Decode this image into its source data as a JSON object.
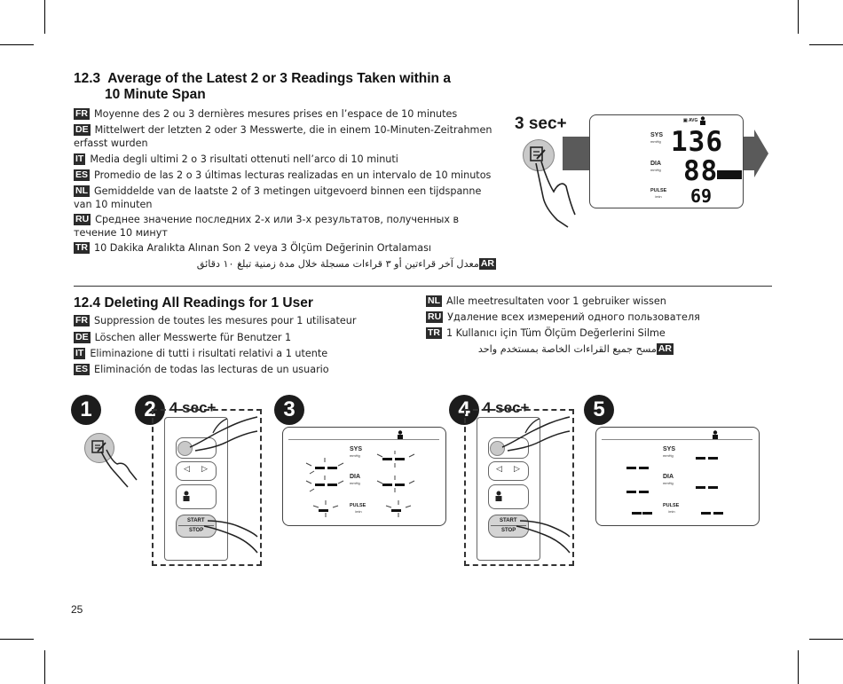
{
  "section_12_3": {
    "title_num": "12.3",
    "title_line1": "Average of the Latest 2 or 3 Readings Taken within a",
    "title_line2": "10 Minute Span",
    "items": [
      {
        "code": "FR",
        "text": "Moyenne des 2 ou 3 dernières mesures prises en l’espace de 10 minutes"
      },
      {
        "code": "DE",
        "text": "Mittelwert der letzten 2 oder 3 Messwerte, die in einem 10-Minuten-Zeitrahmen erfasst wurden"
      },
      {
        "code": "IT",
        "text": "Media degli ultimi 2 o 3 risultati ottenuti nell’arco di 10 minuti"
      },
      {
        "code": "ES",
        "text": "Promedio de las 2 o 3 últimas lecturas realizadas en un intervalo de 10 minutos"
      },
      {
        "code": "NL",
        "text": "Gemiddelde van de laatste 2 of 3 metingen uitgevoerd binnen een tijdspanne van 10 minuten"
      },
      {
        "code": "RU",
        "text": "Среднее значение последних 2-х или 3-х результатов, полученных в течение 10 минут"
      },
      {
        "code": "TR",
        "text": "10 Dakika Aralıkta Alınan Son 2 veya 3 Ölçüm Değerinin Ortalaması"
      },
      {
        "code": "AR",
        "text": "معدل آخر قراءتين أو ٣ قراءات مسجلة خلال مدة زمنية تبلغ ١٠ دقائق"
      }
    ],
    "hold_label": "3 sec+",
    "display": {
      "sys_label": "SYS",
      "sys_unit": "mmHg",
      "sys_value": "136",
      "dia_label": "DIA",
      "dia_unit": "mmHg",
      "dia_value": "88",
      "pulse_label": "PULSE",
      "pulse_unit": "/min",
      "pulse_value": "69",
      "avg_label": "AVG"
    }
  },
  "section_12_4": {
    "title": "12.4 Deleting All Readings for 1 User",
    "items_left": [
      {
        "code": "FR",
        "text": "Suppression de toutes les mesures pour 1 utilisateur"
      },
      {
        "code": "DE",
        "text": "Löschen aller Messwerte für Benutzer 1"
      },
      {
        "code": "IT",
        "text": "Eliminazione di tutti i risultati relativi a 1 utente"
      },
      {
        "code": "ES",
        "text": "Eliminación de todas las lecturas de un usuario"
      }
    ],
    "items_right": [
      {
        "code": "NL",
        "text": "Alle meetresultaten voor 1 gebruiker wissen"
      },
      {
        "code": "RU",
        "text": "Удаление всех измерений одного пользователя"
      },
      {
        "code": "TR",
        "text": "1 Kullanıcı için Tüm Ölçüm Değerlerini Silme"
      },
      {
        "code": "AR",
        "text": "مسح جميع القراءات الخاصة بمستخدم واحد"
      }
    ],
    "steps": [
      "1",
      "2",
      "3",
      "4",
      "5"
    ],
    "hold_label": "4 sec+",
    "start_label": "START",
    "stop_label": "STOP",
    "lcd_labels": {
      "sys": "SYS",
      "dia": "DIA",
      "pulse": "PULSE",
      "mmhg": "mmHg",
      "min": "/min"
    }
  },
  "page_number": "25"
}
